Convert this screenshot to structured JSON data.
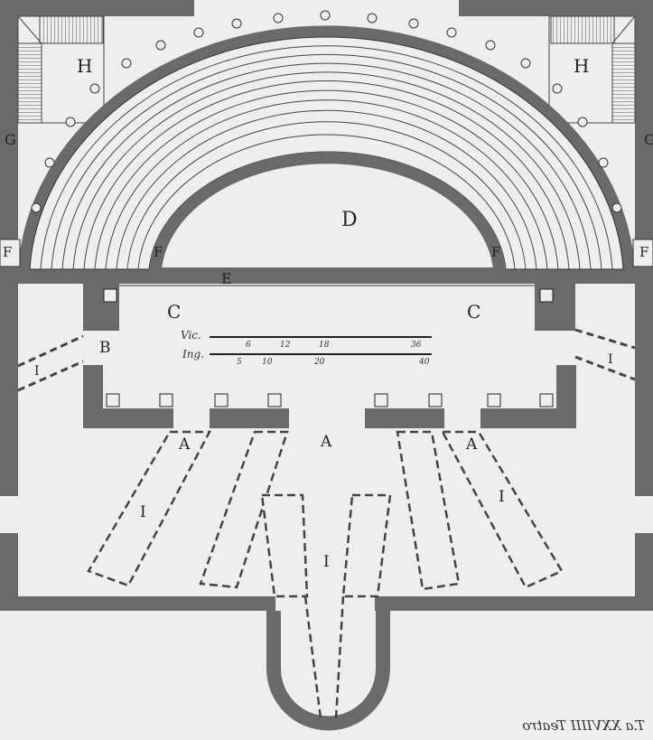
{
  "plate": {
    "caption": "T.a XXVIIII Teatro",
    "colors": {
      "paper": "#eeeeee",
      "wall": "#6a6a6a",
      "ink": "#222222",
      "hatch": "#8a8a8a"
    }
  },
  "labels": {
    "H_left": "H",
    "H_right": "H",
    "G_left": "G",
    "G_right": "G",
    "F_outer_left": "F",
    "F_inner_left": "F",
    "F_inner_right": "F",
    "F_outer_right": "F",
    "D": "D",
    "E": "E",
    "C_left": "C",
    "C_right": "C",
    "B": "B",
    "A_left": "A",
    "A_center": "A",
    "A_right": "A",
    "I_far_left": "I",
    "I_left": "I",
    "I_center": "I",
    "I_right": "I",
    "I_far_right": "I"
  },
  "scale": {
    "vic_label": "Vic.",
    "vic_ticks": [
      "6",
      "12",
      "18",
      "36"
    ],
    "ing_label": "Ing.",
    "ing_ticks": [
      "5",
      "10",
      "20",
      "40"
    ]
  }
}
